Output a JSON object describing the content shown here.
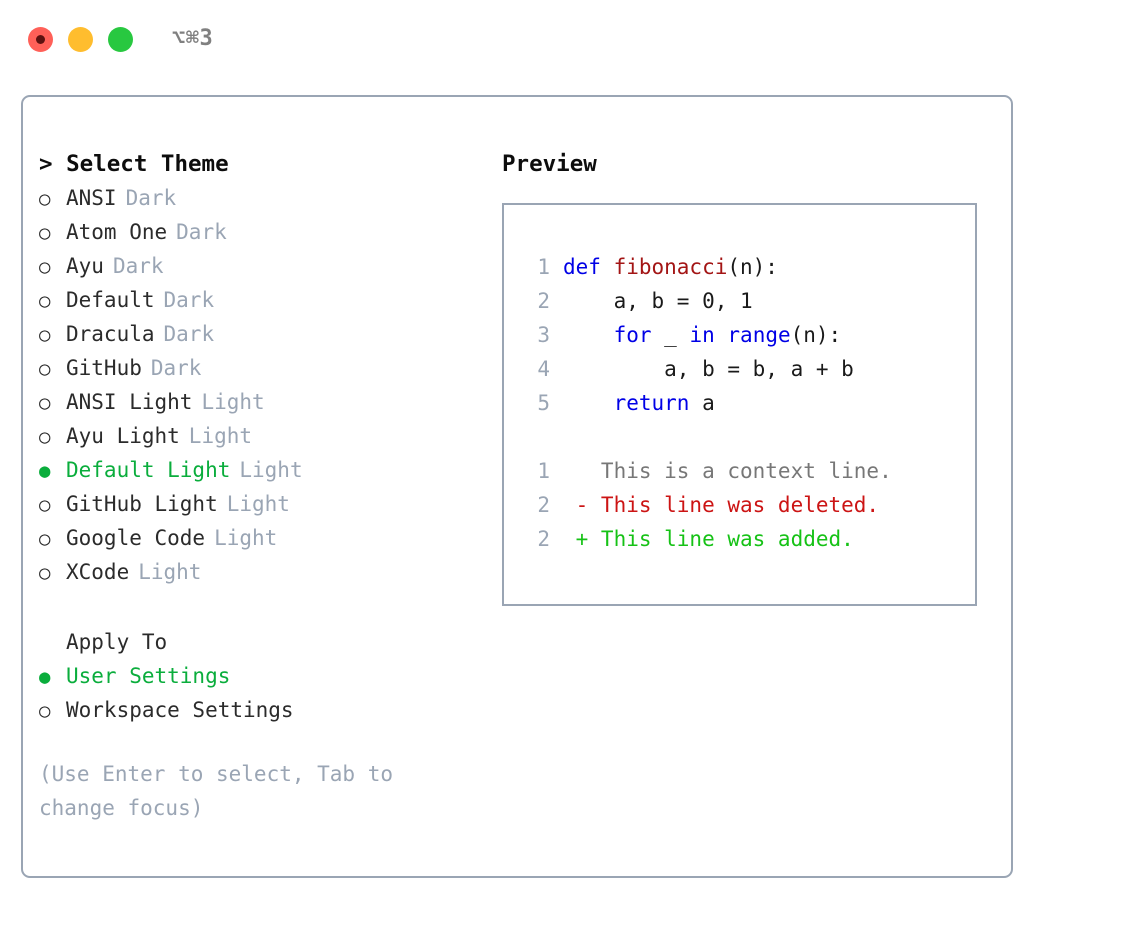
{
  "titlebar": {
    "shortcut": "⌥⌘3",
    "lights": [
      {
        "name": "close",
        "color": "#ff6058",
        "focused": true
      },
      {
        "name": "minimize",
        "color": "#ffbd2e",
        "focused": false
      },
      {
        "name": "maximize",
        "color": "#28c840",
        "focused": false
      }
    ]
  },
  "theme_list": {
    "header": "> Select Theme",
    "bullet_selected": "●",
    "bullet_unselected": "○",
    "items": [
      {
        "name": "ANSI",
        "kind": "Dark",
        "selected": false
      },
      {
        "name": "Atom One",
        "kind": "Dark",
        "selected": false
      },
      {
        "name": "Ayu",
        "kind": "Dark",
        "selected": false
      },
      {
        "name": "Default",
        "kind": "Dark",
        "selected": false
      },
      {
        "name": "Dracula",
        "kind": "Dark",
        "selected": false
      },
      {
        "name": "GitHub",
        "kind": "Dark",
        "selected": false
      },
      {
        "name": "ANSI Light",
        "kind": "Light",
        "selected": false
      },
      {
        "name": "Ayu Light",
        "kind": "Light",
        "selected": false
      },
      {
        "name": "Default Light",
        "kind": "Light",
        "selected": true
      },
      {
        "name": "GitHub Light",
        "kind": "Light",
        "selected": false
      },
      {
        "name": "Google Code",
        "kind": "Light",
        "selected": false
      },
      {
        "name": "XCode",
        "kind": "Light",
        "selected": false
      }
    ]
  },
  "apply_to": {
    "header": "Apply To",
    "items": [
      {
        "label": "User Settings",
        "selected": true
      },
      {
        "label": "Workspace Settings",
        "selected": false
      }
    ]
  },
  "hint": "(Use Enter to select, Tab to change focus)",
  "preview": {
    "header": "Preview",
    "code_lines": [
      {
        "num": "1",
        "tokens": [
          {
            "text": "def ",
            "style": "kw"
          },
          {
            "text": "fibonacci",
            "style": "fn"
          },
          {
            "text": "(n):",
            "style": "plain"
          }
        ]
      },
      {
        "num": "2",
        "tokens": [
          {
            "text": "    a, b = 0, 1",
            "style": "plain"
          }
        ]
      },
      {
        "num": "3",
        "tokens": [
          {
            "text": "    ",
            "style": "plain"
          },
          {
            "text": "for",
            "style": "kw"
          },
          {
            "text": " _ ",
            "style": "plain"
          },
          {
            "text": "in",
            "style": "kw"
          },
          {
            "text": " ",
            "style": "plain"
          },
          {
            "text": "range",
            "style": "kw"
          },
          {
            "text": "(n):",
            "style": "plain"
          }
        ]
      },
      {
        "num": "4",
        "tokens": [
          {
            "text": "        a, b = b, a + b",
            "style": "plain"
          }
        ]
      },
      {
        "num": "5",
        "tokens": [
          {
            "text": "    ",
            "style": "plain"
          },
          {
            "text": "return",
            "style": "kw"
          },
          {
            "text": " a",
            "style": "plain"
          }
        ]
      }
    ],
    "diff_lines": [
      {
        "num": "1",
        "tokens": [
          {
            "text": "   This is a context line.",
            "style": "ctx"
          }
        ]
      },
      {
        "num": "2",
        "tokens": [
          {
            "text": " - This line was deleted.",
            "style": "del"
          }
        ]
      },
      {
        "num": "2",
        "tokens": [
          {
            "text": " + This line was added.",
            "style": "add"
          }
        ]
      }
    ]
  },
  "colors": {
    "accent_green": "#0aad3c",
    "muted_slate": "#9aa5b4",
    "keyword_blue": "#0000e6",
    "function_red": "#a31515",
    "diff_delete": "#cc1414",
    "diff_add": "#16c216",
    "border": "#9aa5b4"
  }
}
